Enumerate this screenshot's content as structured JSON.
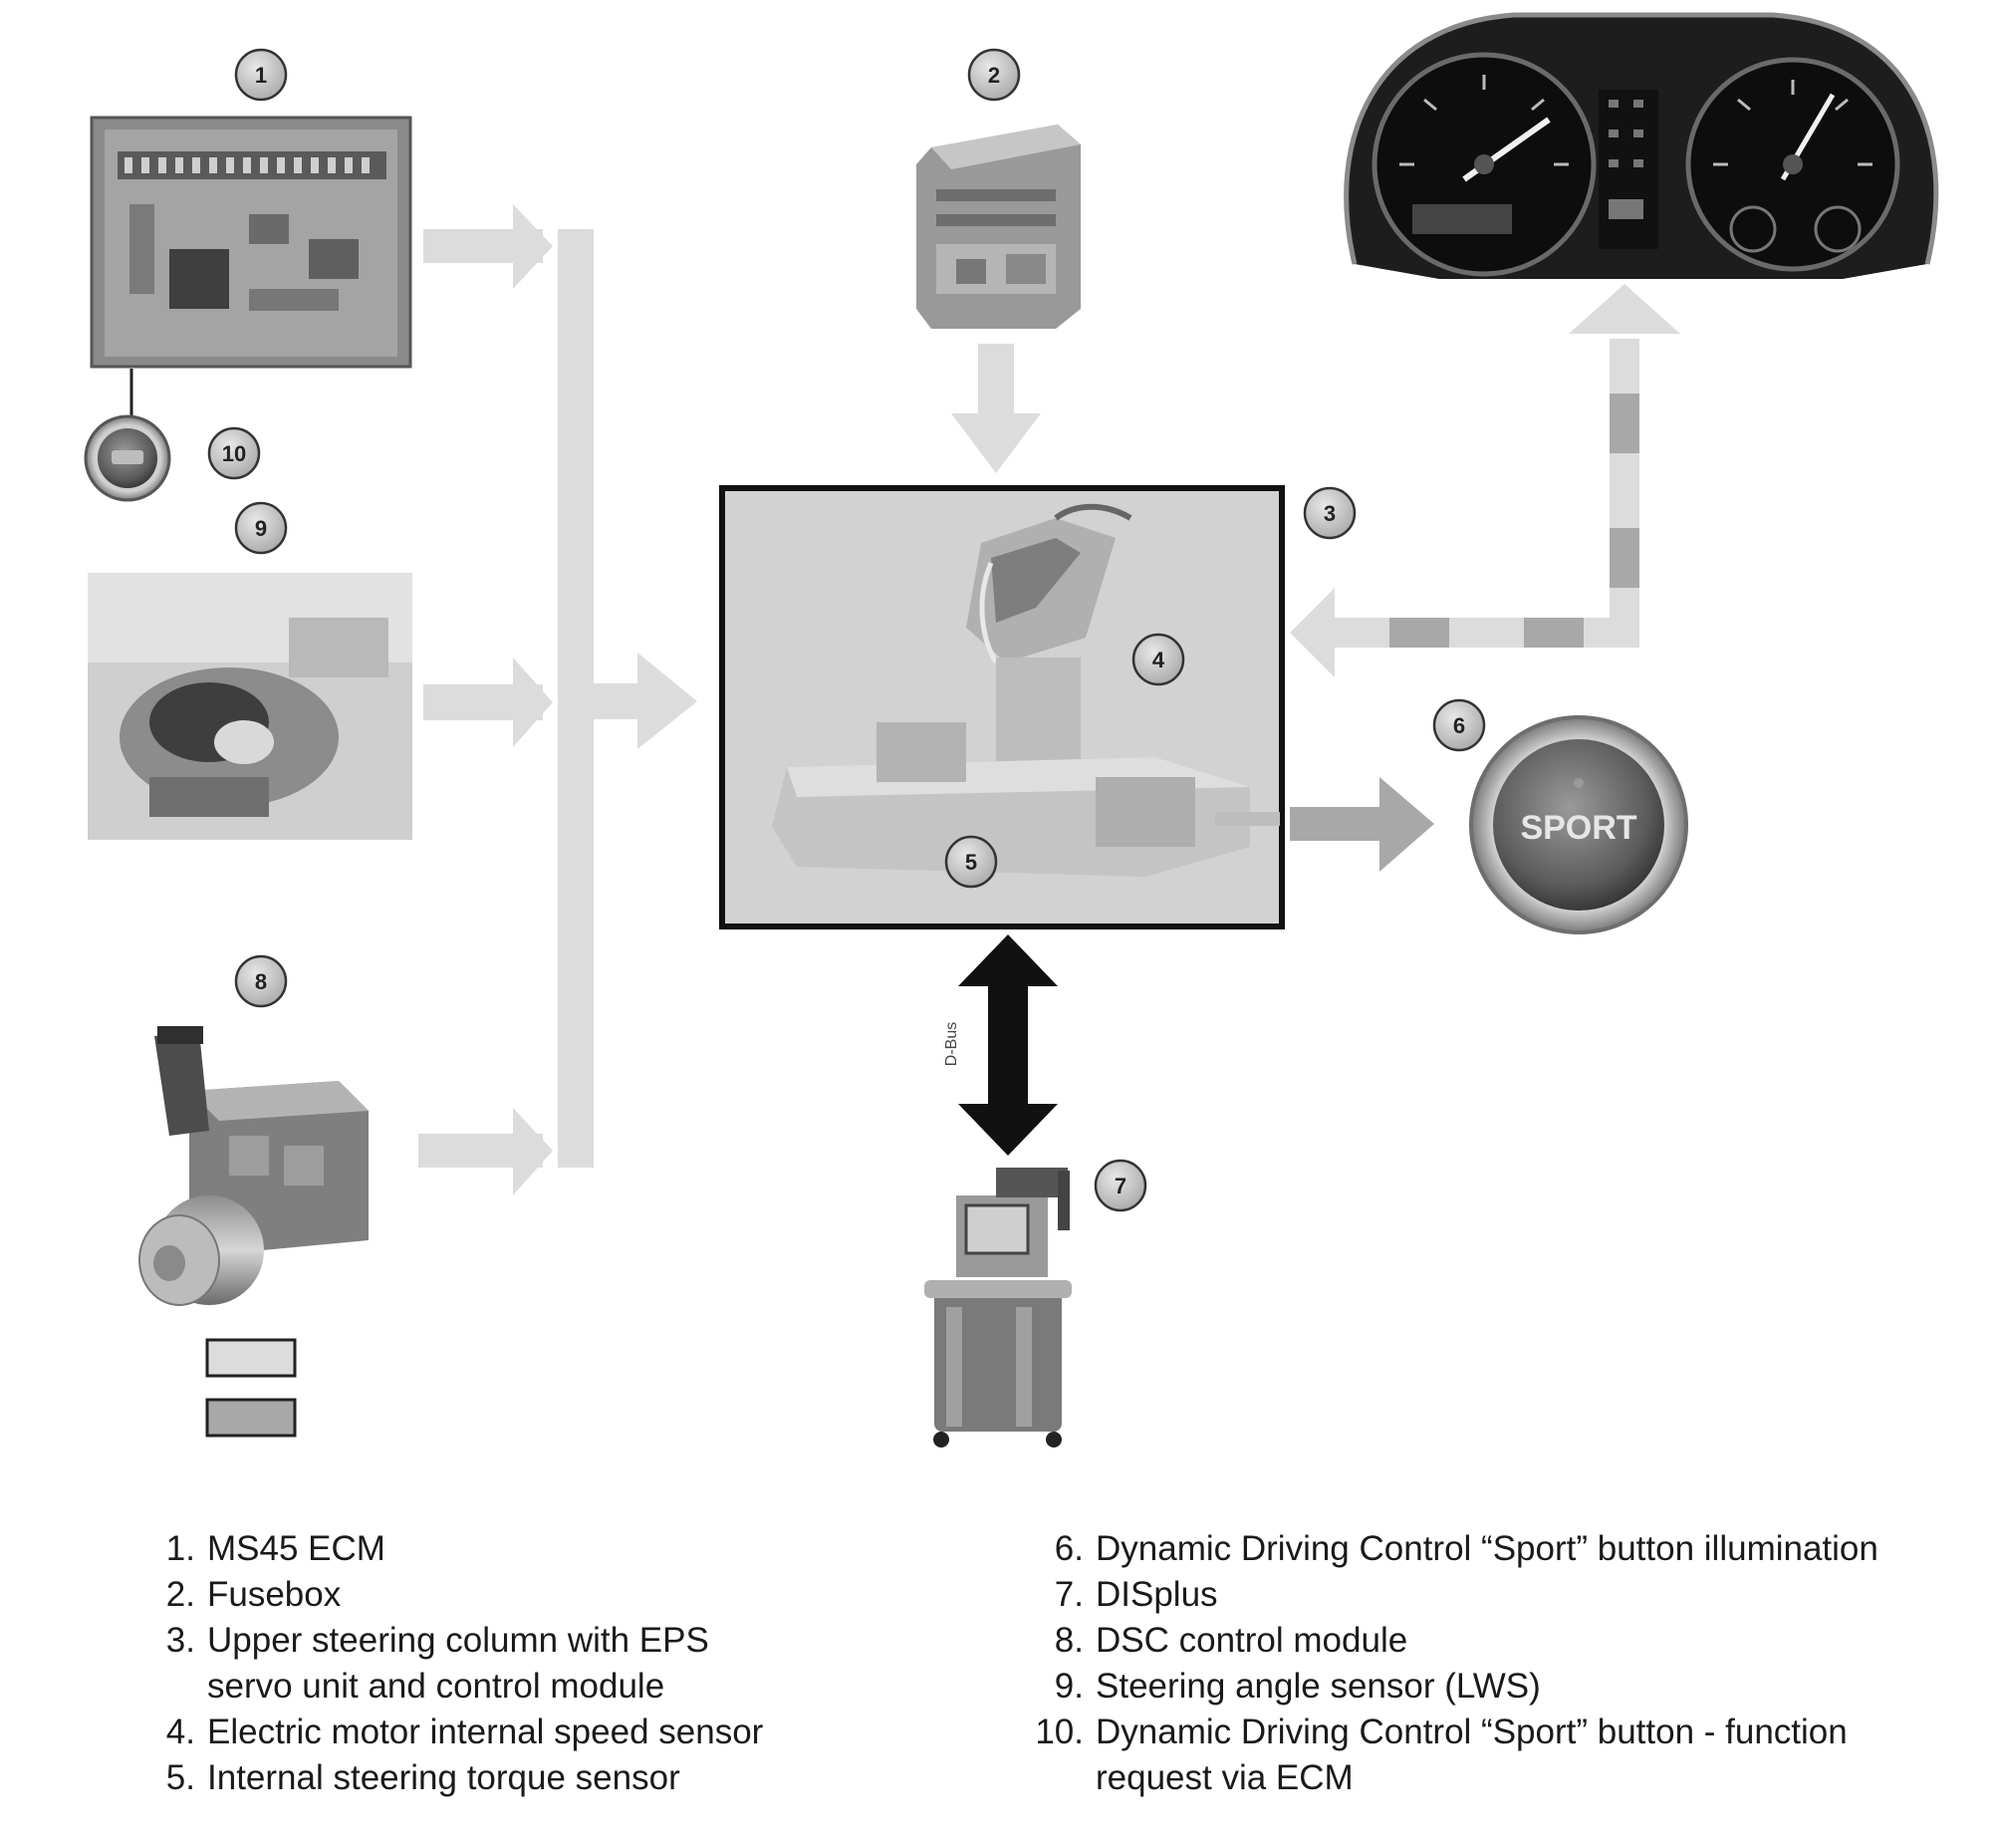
{
  "diagram": {
    "callouts": [
      "1",
      "2",
      "3",
      "4",
      "5",
      "6",
      "7",
      "8",
      "9",
      "10"
    ],
    "bus_label": "D-Bus",
    "gauge_text": "SPORT"
  },
  "legend": {
    "left": [
      {
        "num": "1.",
        "text": "MS45 ECM"
      },
      {
        "num": "2.",
        "text": "Fusebox"
      },
      {
        "num": "3.",
        "text": "Upper steering column with EPS"
      },
      {
        "num": "",
        "text": "servo unit and control module"
      },
      {
        "num": "4.",
        "text": "Electric motor internal speed sensor"
      },
      {
        "num": "5.",
        "text": "Internal steering torque sensor"
      }
    ],
    "right": [
      {
        "num": "6.",
        "text": "Dynamic Driving Control “Sport” button illumination"
      },
      {
        "num": "7.",
        "text": "DISplus"
      },
      {
        "num": "8.",
        "text": "DSC control module"
      },
      {
        "num": "9.",
        "text": "Steering angle sensor (LWS)"
      },
      {
        "num": "10.",
        "text": "Dynamic Driving Control “Sport” button - function"
      },
      {
        "num": "",
        "text": "request via ECM"
      }
    ]
  },
  "colors": {
    "input_arrow": "#dcdcdc",
    "bus_dark": "#a8a8a8",
    "callout_fill": "#c8c8c8",
    "frame": "#111111"
  }
}
